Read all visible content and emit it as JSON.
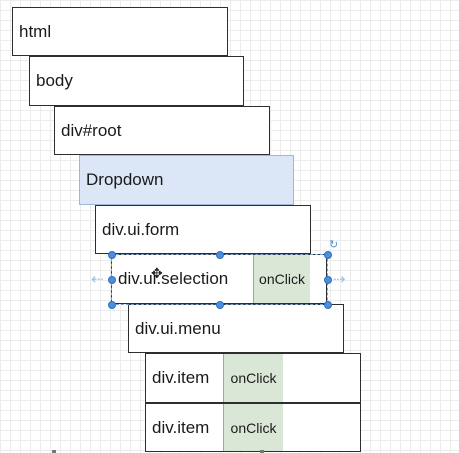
{
  "nodes": {
    "html": "html",
    "body": "body",
    "root": "div#root",
    "dropdown": "Dropdown",
    "form": "div.ui.form",
    "selection": "div.ui.selection",
    "menu": "div.ui.menu",
    "item1": "div.item",
    "item2": "div.item"
  },
  "handlers": {
    "selection": "onClick",
    "item1": "onClick",
    "item2": "onClick"
  },
  "colors": {
    "highlight_fill": "#dbe6f6",
    "handler_fill": "#dae7d6",
    "selection_handle": "#4b8fdc"
  },
  "icons": {
    "move": "move-cursor-icon",
    "rotate": "rotate-icon",
    "resize": "resize-arrow-icon"
  }
}
